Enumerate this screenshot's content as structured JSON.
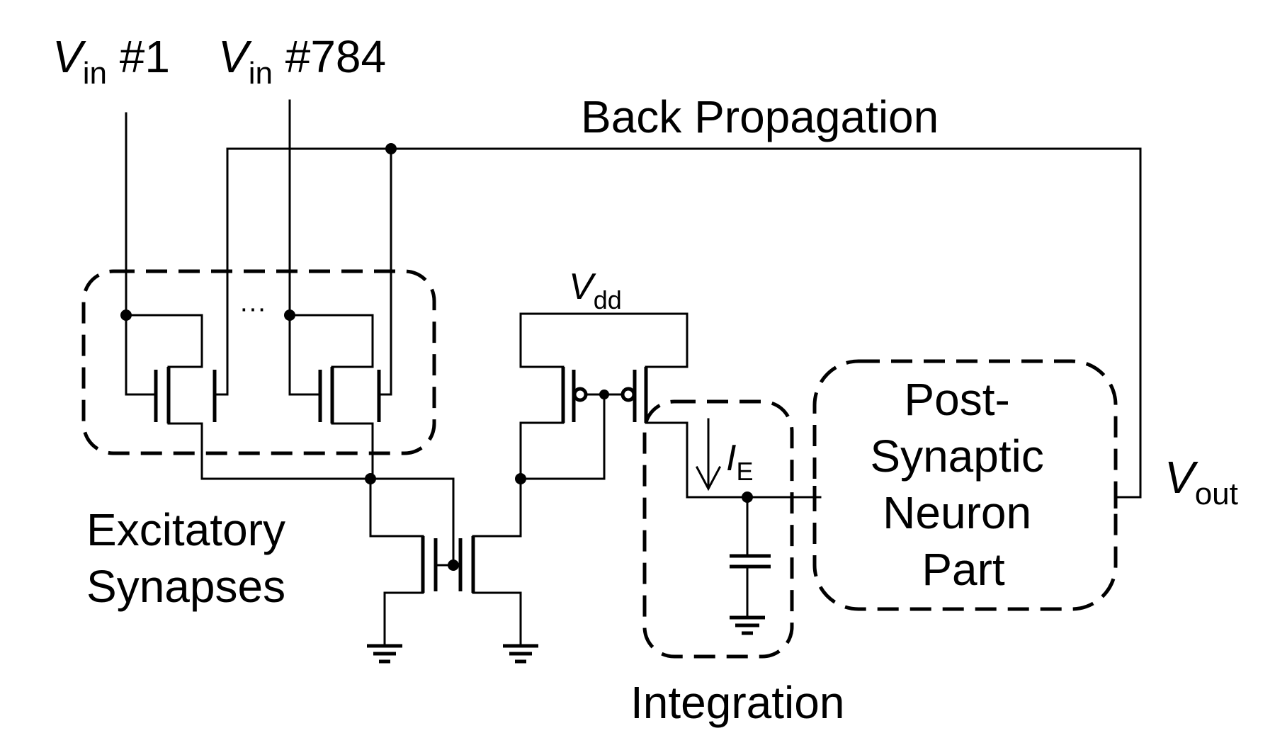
{
  "labels": {
    "vin_first_symbol": "V",
    "vin_first_sub": "in",
    "vin_first_num": " #1",
    "vin_last_symbol": "V",
    "vin_last_sub": "in",
    "vin_last_num": " #784",
    "back_propagation": "Back Propagation",
    "ellipsis": "···",
    "vdd_symbol": "V",
    "vdd_sub": "dd",
    "ie_symbol": "I",
    "ie_sub": "E",
    "vout_symbol": "V",
    "vout_sub": "out",
    "excitatory_line1": "Excitatory",
    "excitatory_line2": "Synapses",
    "integration": "Integration",
    "neuron_line1": "Post-",
    "neuron_line2": "Synaptic",
    "neuron_line3": "Neuron",
    "neuron_line4": "Part"
  }
}
